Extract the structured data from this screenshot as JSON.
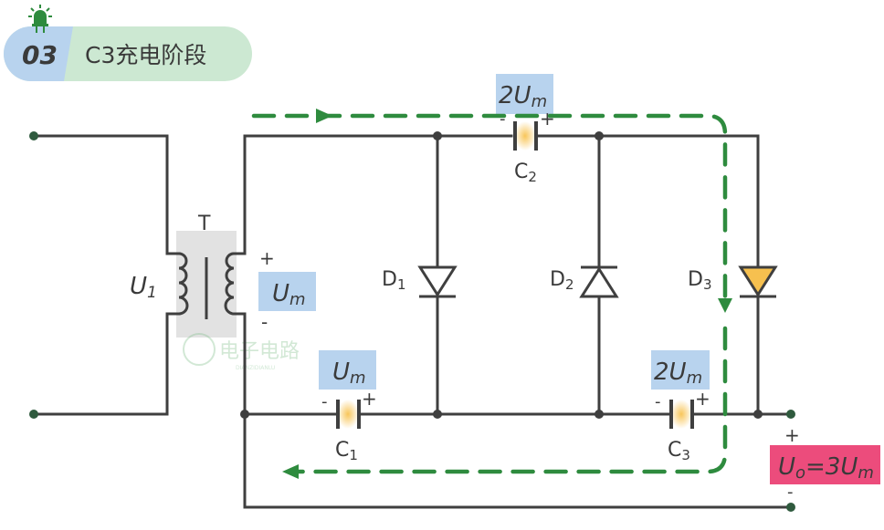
{
  "header": {
    "number": "03",
    "title": "C3充电阶段"
  },
  "transformer": {
    "label": "T",
    "primary_voltage": {
      "main": "U",
      "sub": "1"
    }
  },
  "source_voltage": {
    "main": "U",
    "sub": "m",
    "plus": "+",
    "minus": "-"
  },
  "capacitors": [
    {
      "id": "C1",
      "name": "C",
      "sub": "1",
      "voltage_prefix": "",
      "voltage_main": "U",
      "voltage_sub": "m",
      "minus": "-",
      "plus": "+"
    },
    {
      "id": "C2",
      "name": "C",
      "sub": "2",
      "voltage_prefix": "2",
      "voltage_main": "U",
      "voltage_sub": "m",
      "minus": "-",
      "plus": "+"
    },
    {
      "id": "C3",
      "name": "C",
      "sub": "3",
      "voltage_prefix": "2",
      "voltage_main": "U",
      "voltage_sub": "m",
      "minus": "-",
      "plus": "+"
    }
  ],
  "diodes": [
    {
      "id": "D1",
      "name": "D",
      "sub": "1",
      "direction": "down",
      "active": false
    },
    {
      "id": "D2",
      "name": "D",
      "sub": "2",
      "direction": "up",
      "active": false
    },
    {
      "id": "D3",
      "name": "D",
      "sub": "3",
      "direction": "down",
      "active": true
    }
  ],
  "output": {
    "plus": "+",
    "minus": "-",
    "label_main": "U",
    "label_sub": "o",
    "label_eq": "=3U",
    "label_sub2": "m"
  },
  "watermark": {
    "cn": "电子电路",
    "en": "DIANZIDIANLU"
  },
  "colors": {
    "wire": "#3f3f3f",
    "current_path": "#2e8b3e",
    "voltage_box": "#b8d3ee",
    "output_box": "#ec4c7c",
    "active_diode": "#f6c04f",
    "capacitor_glow": "#f8c65a",
    "header_left": "#b8d3ee",
    "header_right": "#cce8d2"
  }
}
